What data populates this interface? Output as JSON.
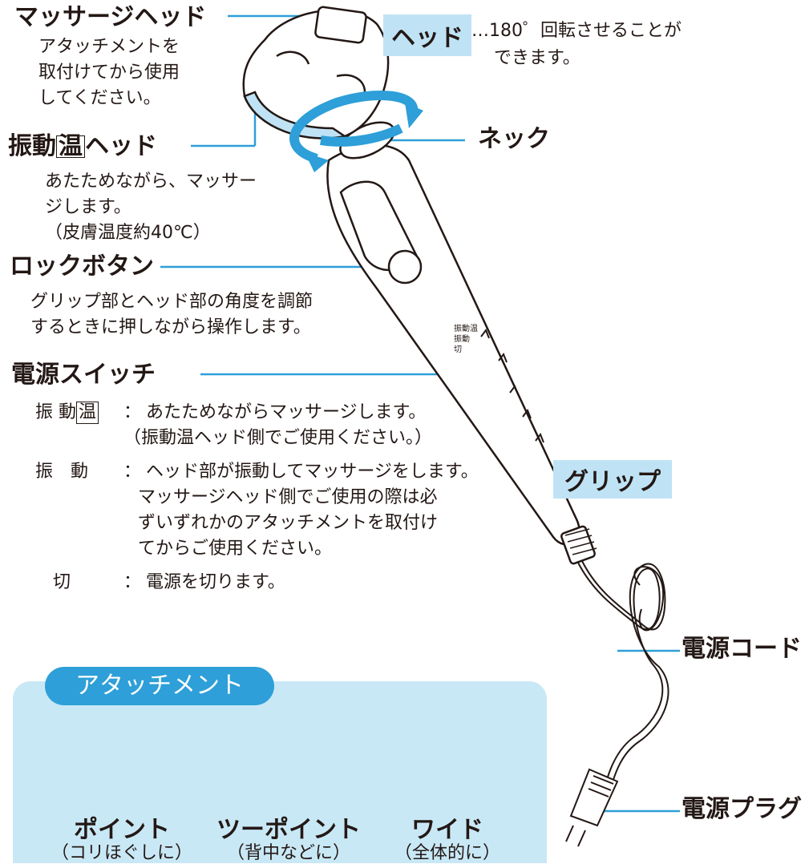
{
  "labels": {
    "massage_head": "マッサージヘッド",
    "massage_head_desc": [
      "アタッチメントを",
      "取付けてから使用",
      "してください。"
    ],
    "vib_head_prefix": "振動",
    "vib_head_box": "温",
    "vib_head_suffix": "ヘッド",
    "vib_head_desc": [
      "あたためながら、マッサー",
      "ジします。",
      "（皮膚温度約40℃）"
    ],
    "head": "ヘッド",
    "head_desc_1": "…180゜回転させることが",
    "head_desc_2": "できます。",
    "neck": "ネック",
    "lock_button": "ロックボタン",
    "lock_desc": [
      "グリップ部とヘッド部の角度を調節",
      "するときに押しながら操作します。"
    ],
    "power_switch": "電源スイッチ",
    "grip": "グリップ",
    "power_cord": "電源コード",
    "power_plug": "電源プラグ",
    "switch_marks": [
      "振動温",
      "振動",
      "切"
    ]
  },
  "switch_modes": [
    {
      "key_prefix": "振 動",
      "key_box": "温",
      "lines": [
        "あたためながらマッサージします。",
        "（振動温ヘッド側でご使用ください。）"
      ]
    },
    {
      "key": "振　動",
      "lines": [
        "ヘッド部が振動してマッサージをします。",
        "マッサージヘッド側でご使用の際は必",
        "ずいずれかのアタッチメントを取付け",
        "てからご使用ください。"
      ]
    },
    {
      "key": "切",
      "lines": [
        "電源を切ります。"
      ]
    }
  ],
  "attachments": {
    "title": "アタッチメント",
    "items": [
      {
        "name": "ポイント",
        "sub": "（コリほぐしに）"
      },
      {
        "name": "ツーポイント",
        "sub": "（背中などに）"
      },
      {
        "name": "ワイド",
        "sub": "（全体的に）"
      }
    ]
  },
  "colors": {
    "accent": "#2e9fd8",
    "highlight": "#bfe3f5",
    "panel": "#c9e8f6",
    "ink": "#231815"
  }
}
